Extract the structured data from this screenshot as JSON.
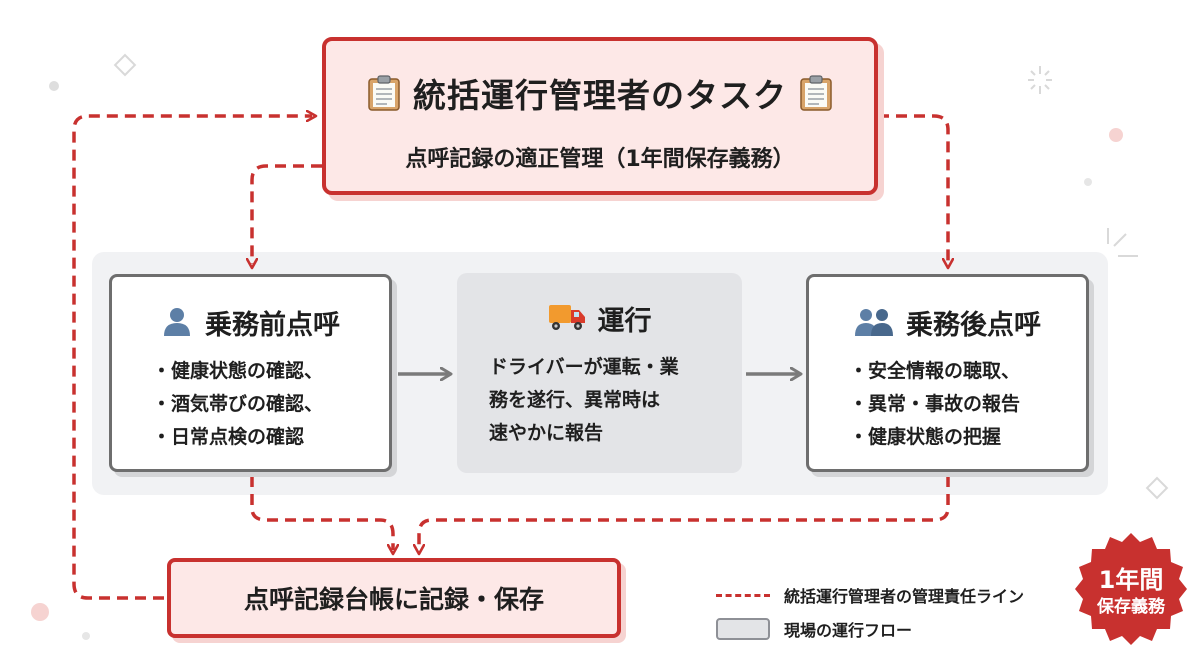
{
  "task": {
    "title": "統括運行管理者のタスク",
    "subtitle": "点呼記録の適正管理（1年間保存義務）",
    "title_icon": "clipboard-icon"
  },
  "steps": {
    "pre": {
      "title": "乗務前点呼",
      "icon": "person-icon",
      "items": [
        "健康状態の確認、",
        "酒気帯びの確認、",
        "日常点検の確認"
      ]
    },
    "run": {
      "title": "運行",
      "icon": "truck-icon",
      "lines": [
        "ドライバーが運転・業",
        "務を遂行、異常時は",
        "速やかに報告"
      ]
    },
    "post": {
      "title": "乗務後点呼",
      "icon": "people-icon",
      "items": [
        "安全情報の聴取、",
        "異常・事故の報告",
        "健康状態の把握"
      ]
    }
  },
  "record": {
    "label": "点呼記録台帳に記録・保存"
  },
  "legend": {
    "manager_line": "統括運行管理者の管理責任ライン",
    "field_flow": "現場の運行フロー"
  },
  "seal": {
    "line1": "1年間",
    "line2": "保存義務"
  },
  "colors": {
    "accent_red": "#c8312f",
    "box_fill_pink": "#fde8e7",
    "card_border_gray": "#6e6e6e",
    "run_fill_gray": "#e3e4e7",
    "flow_arrow_gray": "#7a7a7a"
  }
}
